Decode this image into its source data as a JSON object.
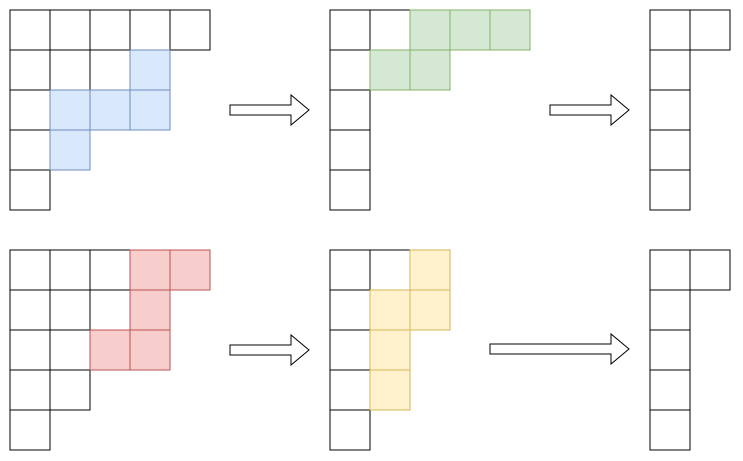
{
  "colors": {
    "background": "#ffffff",
    "cell_stroke": "#000000",
    "cell_fill": "#ffffff",
    "highlights": {
      "blue": {
        "fill": "#dae8fc",
        "stroke": "#6c8ebf"
      },
      "green": {
        "fill": "#d5e8d4",
        "stroke": "#82b366"
      },
      "red": {
        "fill": "#f8cecc",
        "stroke": "#b85450"
      },
      "yellow": {
        "fill": "#fff2cc",
        "stroke": "#d6b656"
      }
    },
    "arrow_fill": "#ffffff",
    "arrow_stroke": "#000000"
  },
  "rows": [
    {
      "panels": [
        {
          "rows": [
            5,
            4,
            4,
            2,
            1
          ],
          "highlight": "blue",
          "cells": [
            [
              1,
              3
            ],
            [
              2,
              1
            ],
            [
              2,
              2
            ],
            [
              2,
              3
            ],
            [
              3,
              1
            ]
          ]
        },
        {
          "rows": [
            5,
            3,
            1,
            1,
            1
          ],
          "highlight": "green",
          "cells": [
            [
              0,
              2
            ],
            [
              0,
              3
            ],
            [
              0,
              4
            ],
            [
              1,
              1
            ],
            [
              1,
              2
            ]
          ]
        },
        {
          "rows": [
            2,
            1,
            1,
            1,
            1
          ],
          "highlight": null,
          "cells": []
        }
      ]
    },
    {
      "panels": [
        {
          "rows": [
            5,
            4,
            4,
            2,
            1
          ],
          "highlight": "red",
          "cells": [
            [
              0,
              3
            ],
            [
              0,
              4
            ],
            [
              1,
              3
            ],
            [
              2,
              2
            ],
            [
              2,
              3
            ]
          ]
        },
        {
          "rows": [
            3,
            3,
            2,
            2,
            1
          ],
          "highlight": "yellow",
          "cells": [
            [
              0,
              2
            ],
            [
              1,
              1
            ],
            [
              1,
              2
            ],
            [
              2,
              1
            ],
            [
              3,
              1
            ]
          ]
        },
        {
          "rows": [
            2,
            1,
            1,
            1,
            1
          ],
          "highlight": null,
          "cells": []
        }
      ]
    }
  ]
}
